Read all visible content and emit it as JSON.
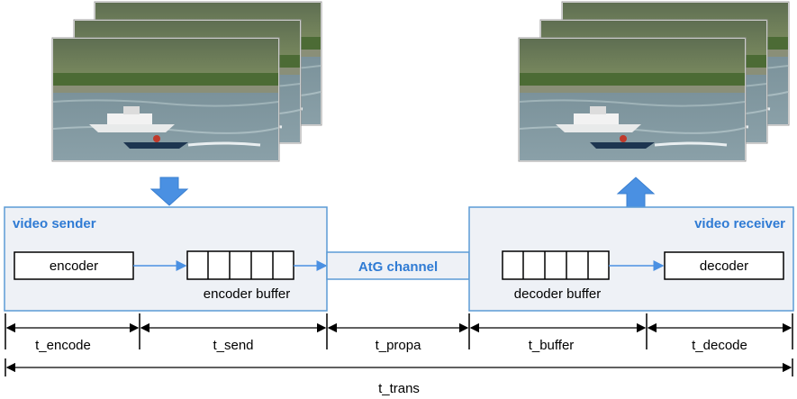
{
  "sender": {
    "title": "video sender",
    "encoder_label": "encoder",
    "buffer_label": "encoder buffer"
  },
  "channel": {
    "label": "AtG channel"
  },
  "receiver": {
    "title": "video receiver",
    "decoder_label": "decoder",
    "buffer_label": "decoder buffer"
  },
  "timeline": {
    "segments": [
      "t_encode",
      "t_send",
      "t_propa",
      "t_buffer",
      "t_decode"
    ],
    "total": "t_trans"
  },
  "colors": {
    "panel_fill": "#eef1f6",
    "panel_stroke": "#5b9bd5",
    "arrow_blue": "#4a90e2",
    "title_blue": "#2f7bd4"
  },
  "icons": {
    "video_frames": "stacked-video-frames-image",
    "down_arrow": "down-arrow-icon",
    "up_arrow": "up-arrow-icon"
  }
}
